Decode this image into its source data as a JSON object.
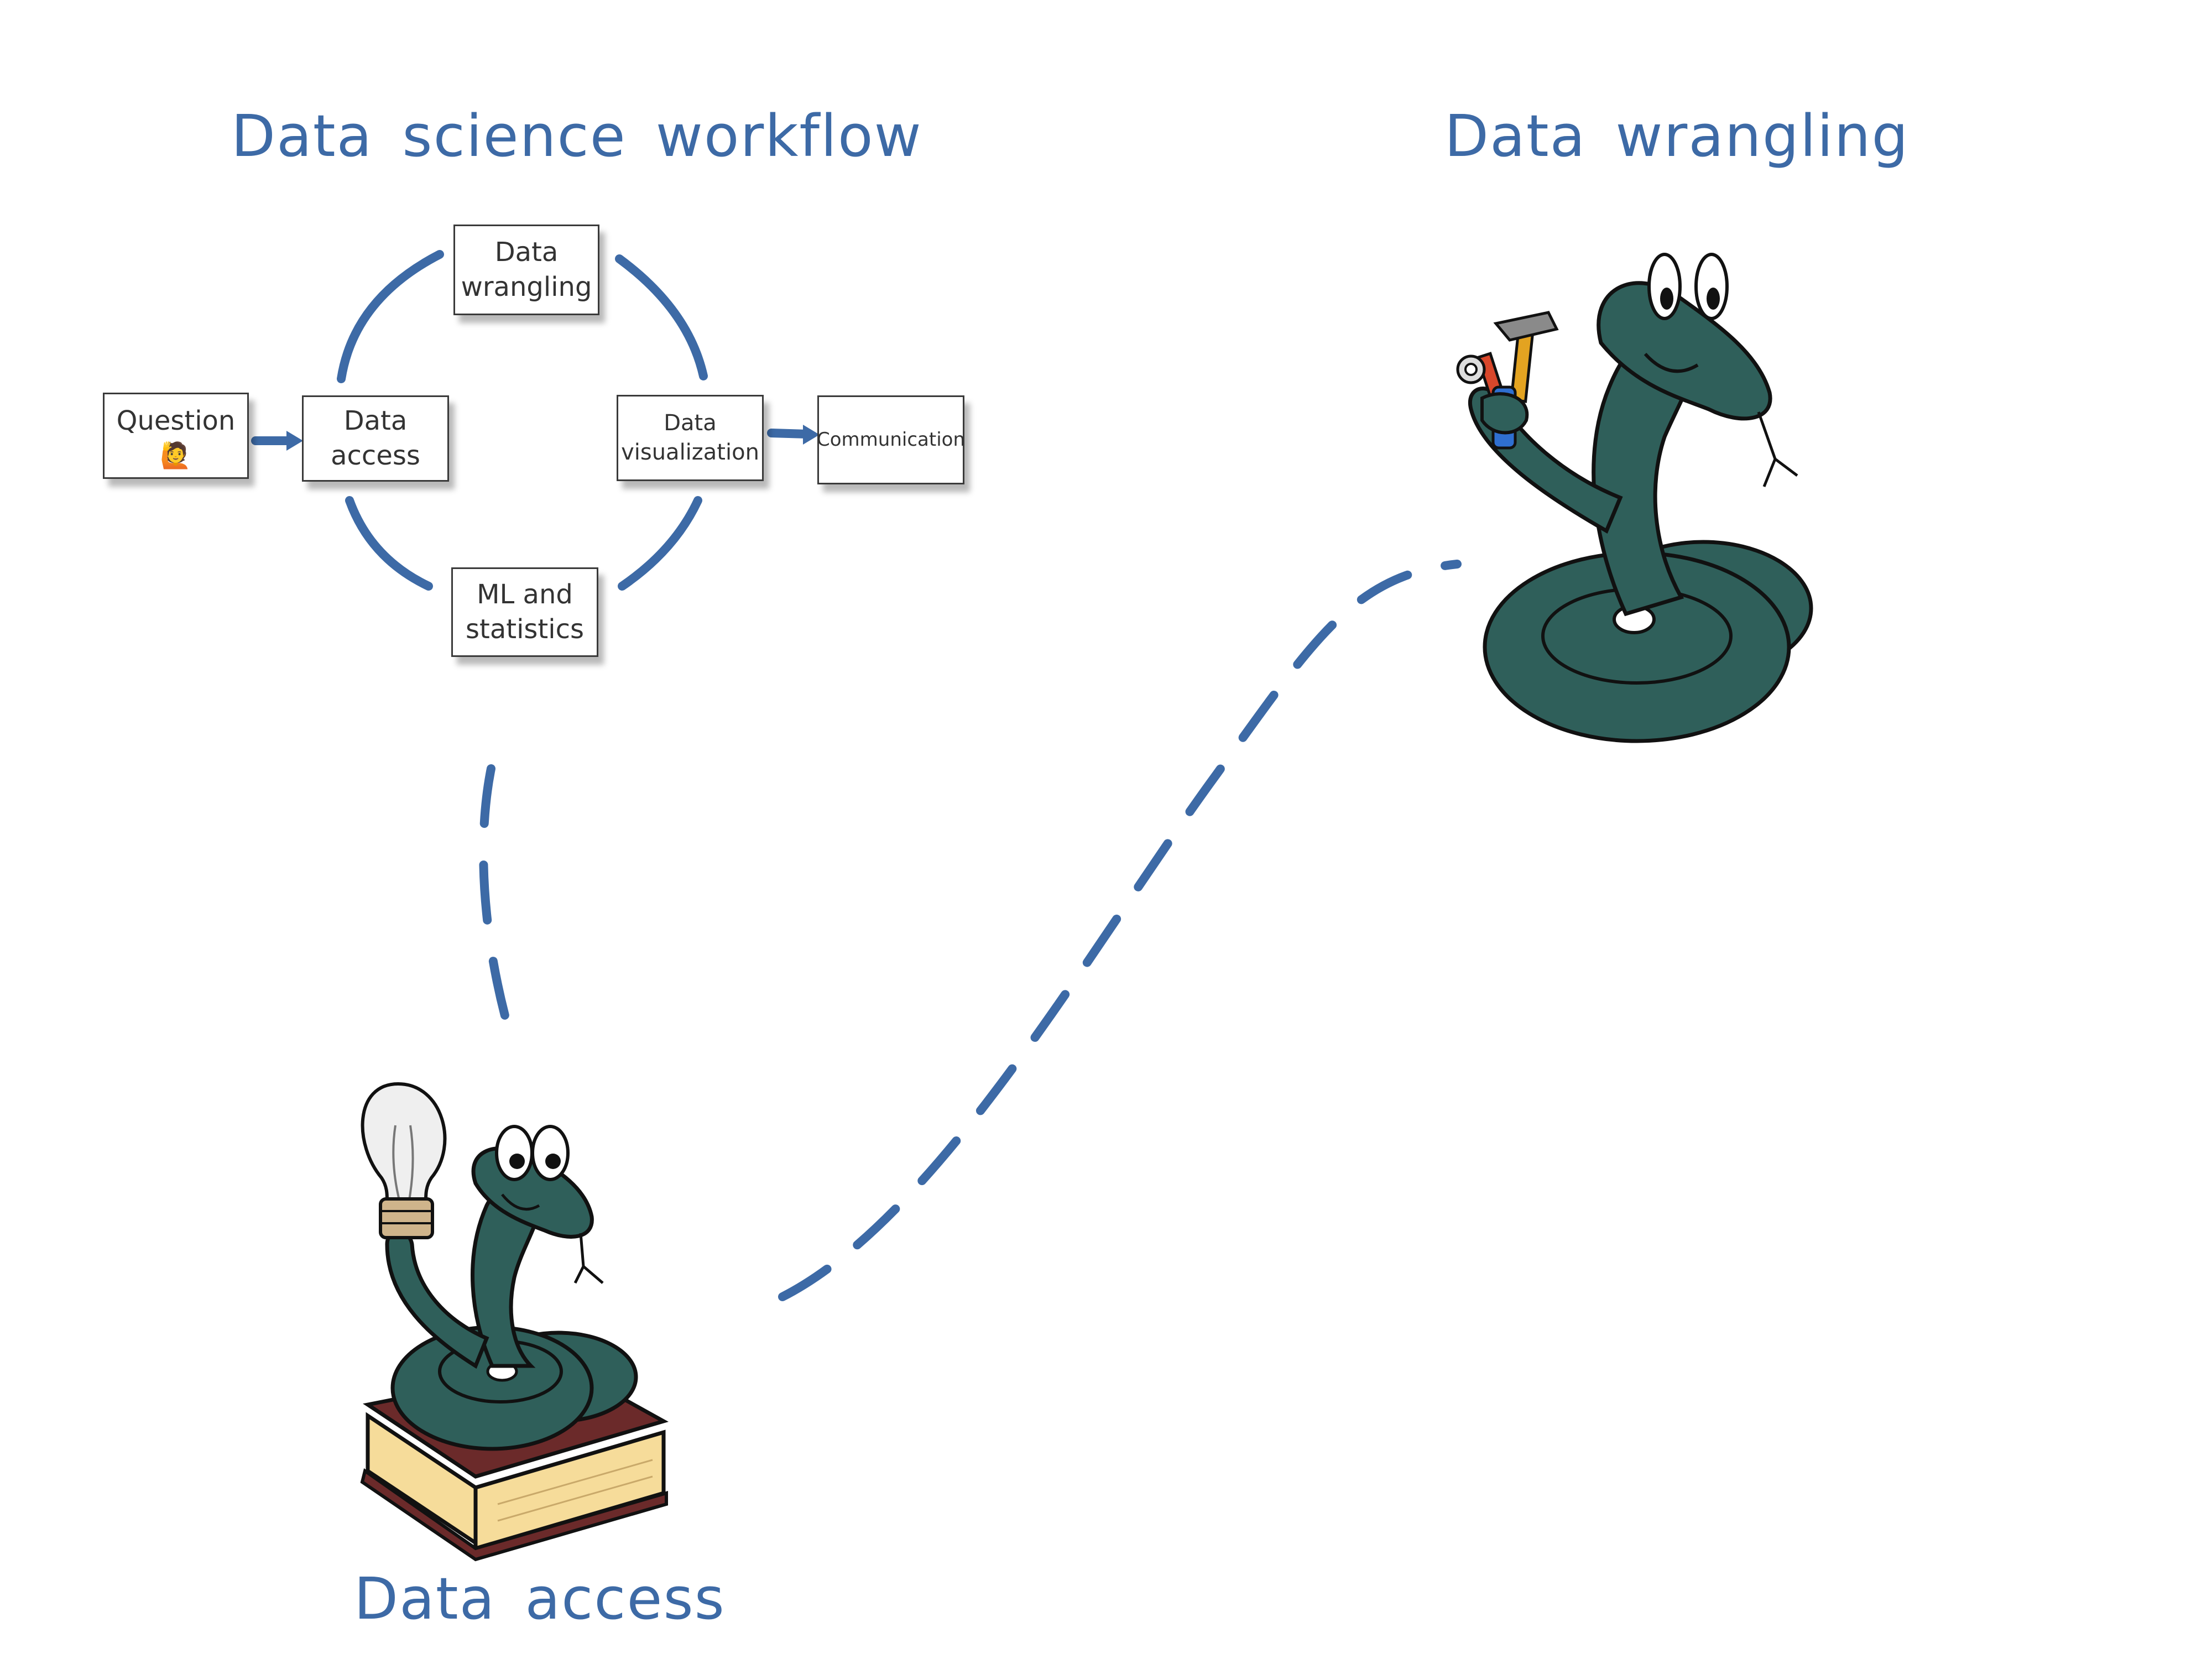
{
  "titles": {
    "workflow": "Data science workflow",
    "wrangling": "Data wrangling",
    "access": "Data access"
  },
  "workflow": {
    "question": {
      "label": "Question",
      "icon": "person-raising-hand-icon"
    },
    "data_access": {
      "line1": "Data",
      "line2": "access"
    },
    "data_wrangling": {
      "line1": "Data",
      "line2": "wrangling"
    },
    "data_visualization": {
      "line1": "Data",
      "line2": "visualization"
    },
    "ml_statistics": {
      "line1": "ML and",
      "line2": "statistics"
    },
    "communication": {
      "label": "Communication"
    }
  },
  "illustrations": {
    "wrangling_snake": "snake-holding-tools-icon",
    "access_snake": "snake-on-book-with-lightbulb-icon"
  },
  "colors": {
    "accent_blue": "#3d6aa6",
    "snake_green": "#2f5f5a",
    "book_red": "#6b2a2a",
    "book_pages": "#f6dc9a"
  }
}
